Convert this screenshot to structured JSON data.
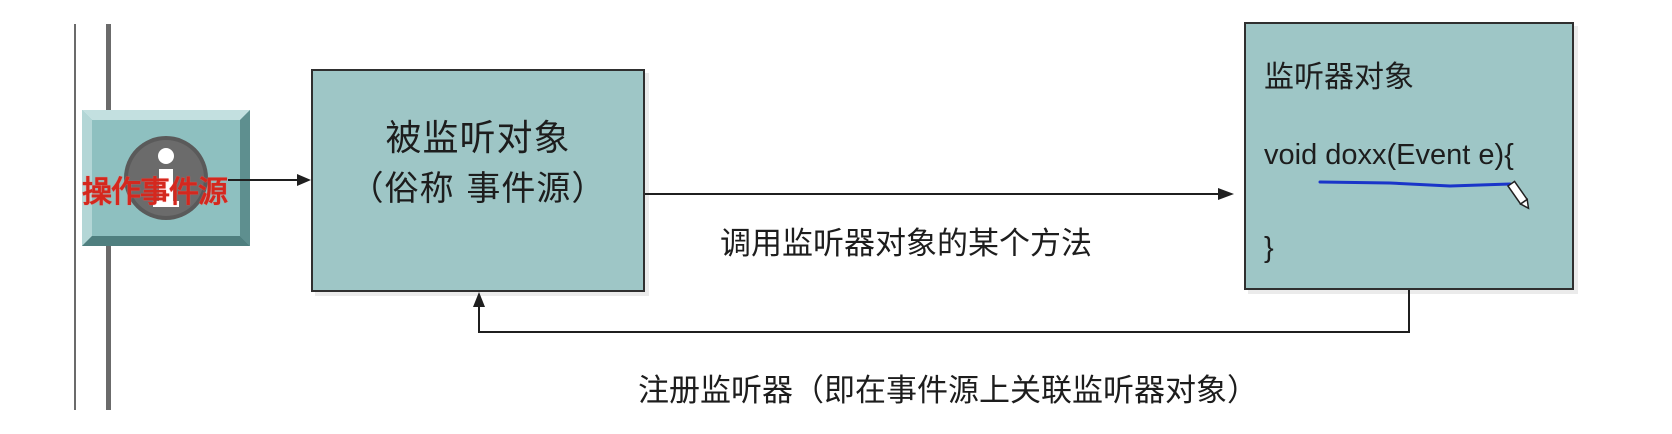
{
  "event_source": {
    "title": "被监听对象",
    "subtitle": "（俗称 事件源）"
  },
  "action_icon": {
    "label": "操作事件源",
    "icon": "info-icon"
  },
  "listener": {
    "title": "监听器对象",
    "code_line_1": "void doxx(Event e){",
    "code_line_2": "}"
  },
  "arrows": {
    "call_label": "调用监听器对象的某个方法",
    "register_label": "注册监听器（即在事件源上关联监听器对象）"
  },
  "colors": {
    "box_fill": "#9ec6c6",
    "action_label": "#d4281e",
    "annotation_underline": "#1a35c9"
  }
}
